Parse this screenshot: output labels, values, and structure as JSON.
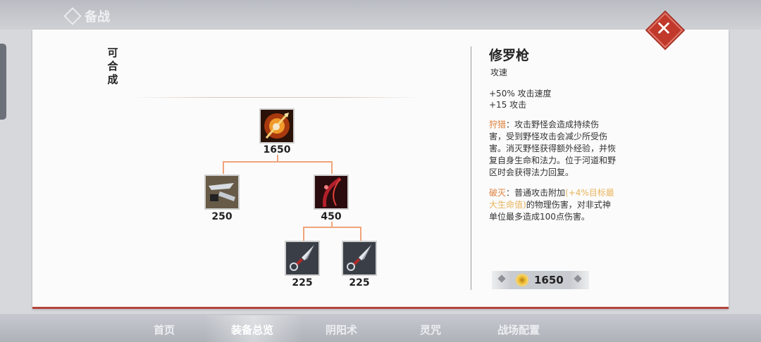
{
  "header": {
    "title": "备战"
  },
  "bottom_tabs": [
    {
      "label": "首页",
      "active": false
    },
    {
      "label": "装备总览",
      "active": true
    },
    {
      "label": "阴阳术",
      "active": false
    },
    {
      "label": "灵咒",
      "active": false
    },
    {
      "label": "战场配置",
      "active": false
    }
  ],
  "panel": {
    "craftable_label": "可合成",
    "tree": {
      "root": {
        "icon": "spear-item-icon",
        "price": "1650"
      },
      "children": [
        {
          "icon": "blade-item-icon",
          "price": "250"
        },
        {
          "icon": "red-bow-item-icon",
          "price": "450"
        }
      ],
      "grandchildren": [
        {
          "icon": "kunai-item-icon",
          "price": "225"
        },
        {
          "icon": "kunai-item-icon",
          "price": "225"
        }
      ]
    },
    "detail": {
      "name": "修罗枪",
      "type": "攻速",
      "stats": [
        "+50% 攻击速度",
        "+15 攻击"
      ],
      "passive1": {
        "name": "狩猎",
        "text": "：攻击野怪会造成持续伤害，受到野怪攻击会减少所受伤害。消灭野怪获得额外经验，并恢复自身生命和法力。位于河道和野区时会获得法力回复。"
      },
      "passive2": {
        "name": "破灭",
        "text_before": "：普通攻击附加",
        "highlight": "(+4%目标最大生命值)",
        "text_after": "的物理伤害，对非式神单位最多造成100点伤害。"
      },
      "cost": "1650"
    }
  },
  "colors": {
    "accent_red": "#c0392b",
    "passive_orange": "#e07f3a",
    "highlight_gold": "#e8b45a",
    "connector": "#f0a47a"
  }
}
